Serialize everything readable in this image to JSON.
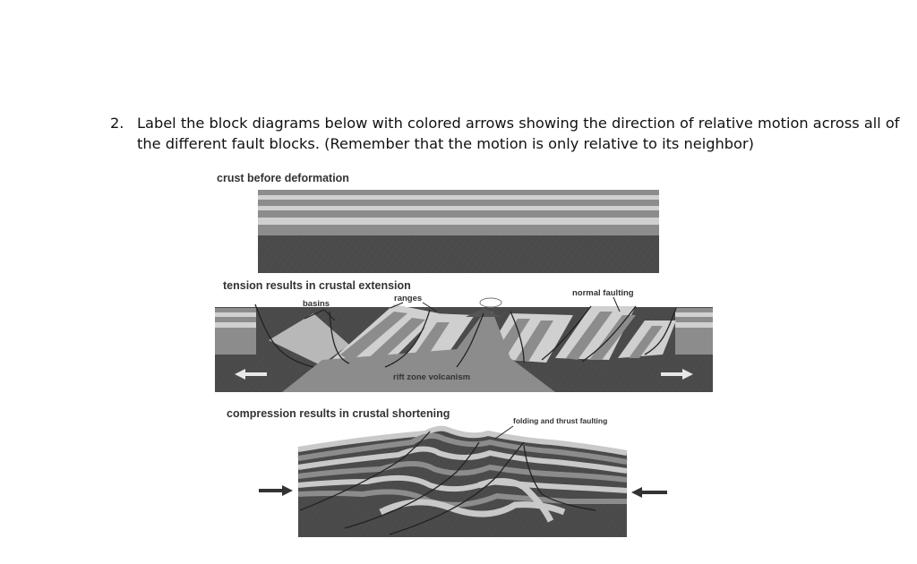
{
  "question": {
    "number": "2.",
    "text": "Label the block diagrams below with colored arrows showing the direction of relative motion across all of the different fault blocks.  (Remember that the motion is only relative to its neighbor)"
  },
  "diagram1": {
    "title": "crust before deformation"
  },
  "diagram2": {
    "title": "tension results in crustal extension",
    "labels": {
      "basins": "basins",
      "ranges": "ranges",
      "normal_faulting": "normal faulting",
      "rift_zone": "rift zone volcanism"
    }
  },
  "diagram3": {
    "title": "compression results in crustal shortening",
    "labels": {
      "folding": "folding and thrust faulting"
    }
  },
  "colors": {
    "dark": "#4f4f4f",
    "mid": "#8a8a8a",
    "light": "#c8c8c8",
    "deep": "#3c3c3c"
  }
}
